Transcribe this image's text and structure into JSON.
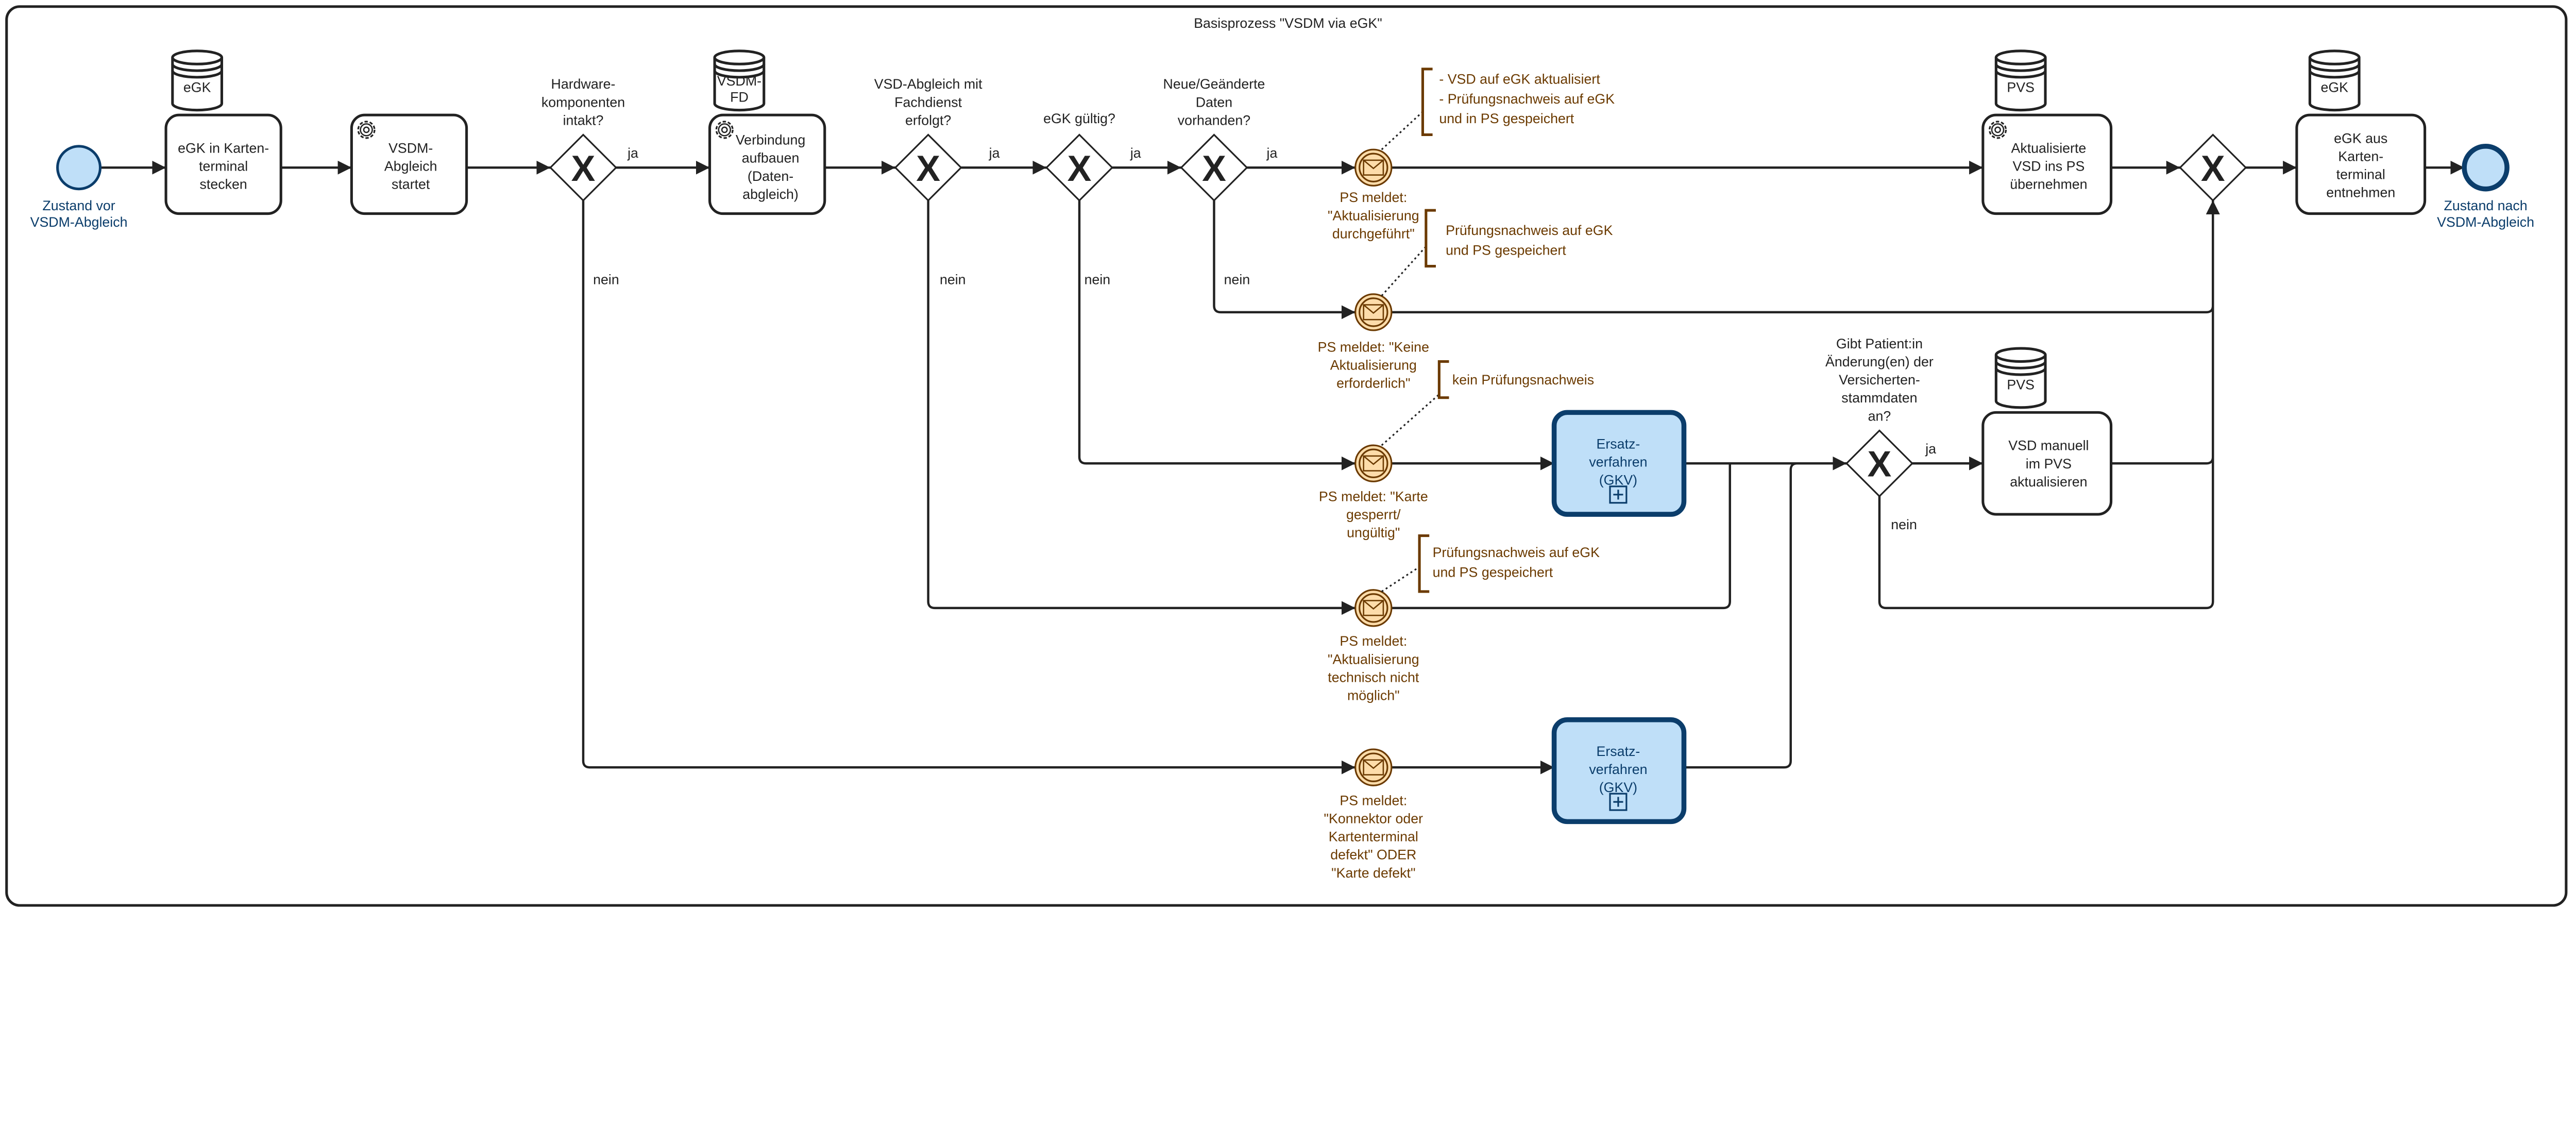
{
  "title": "Basisprozess \"VSDM via eGK\"",
  "colors": {
    "start_fill": "#bfdff8",
    "event_stroke": "#0b3d6b",
    "message_fill": "#fddcaa",
    "message_stroke": "#6b3a00",
    "subprocess_fill": "#bfdff8"
  },
  "start_event": {
    "label": [
      "Zustand vor",
      "VSDM-Abgleich"
    ]
  },
  "end_event": {
    "label": [
      "Zustand nach",
      "VSDM-Abgleich"
    ]
  },
  "stores": {
    "egk_1": [
      "eGK"
    ],
    "vsdm_fd": [
      "VSDM-",
      "FD"
    ],
    "pvs_1": [
      "PVS"
    ],
    "pvs_2": [
      "PVS"
    ],
    "egk_2": [
      "eGK"
    ]
  },
  "tasks": {
    "insert_card": [
      "eGK in Karten-",
      "terminal",
      "stecken"
    ],
    "start_sync": [
      "VSDM-",
      "Abgleich",
      "startet"
    ],
    "connect": [
      "Verbindung",
      "aufbauen",
      "(Daten-",
      "abgleich)"
    ],
    "take_over": [
      "Aktualisierte",
      "VSD ins PS",
      "übernehmen"
    ],
    "manual_update": [
      "VSD manuell",
      "im PVS",
      "aktualisieren"
    ],
    "remove_card": [
      "eGK aus",
      "Karten-",
      "terminal",
      "entnehmen"
    ]
  },
  "gateways": {
    "hardware": [
      "Hardware-",
      "komponenten",
      "intakt?"
    ],
    "sync_done": [
      "VSD-Abgleich mit",
      "Fachdienst",
      "erfolgt?"
    ],
    "egk_valid": [
      "eGK gültig?"
    ],
    "new_data": [
      "Neue/Geänderte",
      "Daten",
      "vorhanden?"
    ],
    "patient_changes": [
      "Gibt Patient:in",
      "Änderung(en) der",
      "Versicherten-",
      "stammdaten",
      "an?"
    ]
  },
  "flow_labels": {
    "yes": "ja",
    "no": "nein"
  },
  "messages": {
    "m1": [
      "PS meldet:",
      "\"Aktualisierung",
      "durchgeführt\""
    ],
    "m2": [
      "PS meldet: \"Keine",
      "Aktualisierung",
      "erforderlich\""
    ],
    "m3": [
      "PS meldet: \"Karte",
      "gesperrt/",
      "ungültig\""
    ],
    "m4": [
      "PS meldet:",
      "\"Aktualisierung",
      "technisch nicht",
      "möglich\""
    ],
    "m5": [
      "PS meldet:",
      "\"Konnektor oder",
      "Kartenterminal",
      "defekt\" ODER",
      "\"Karte defekt\""
    ]
  },
  "annotations": {
    "a1": [
      "- VSD auf eGK aktualisiert",
      "- Prüfungsnachweis auf eGK",
      "und in PS gespeichert"
    ],
    "a2": [
      "Prüfungsnachweis auf eGK",
      "und PS gespeichert"
    ],
    "a3": [
      "kein Prüfungsnachweis"
    ],
    "a4": [
      "Prüfungsnachweis auf eGK",
      "und PS gespeichert"
    ]
  },
  "subprocesses": {
    "s1": [
      "Ersatz-",
      "verfahren",
      "(GKV)"
    ],
    "s2": [
      "Ersatz-",
      "verfahren",
      "(GKV)"
    ]
  }
}
